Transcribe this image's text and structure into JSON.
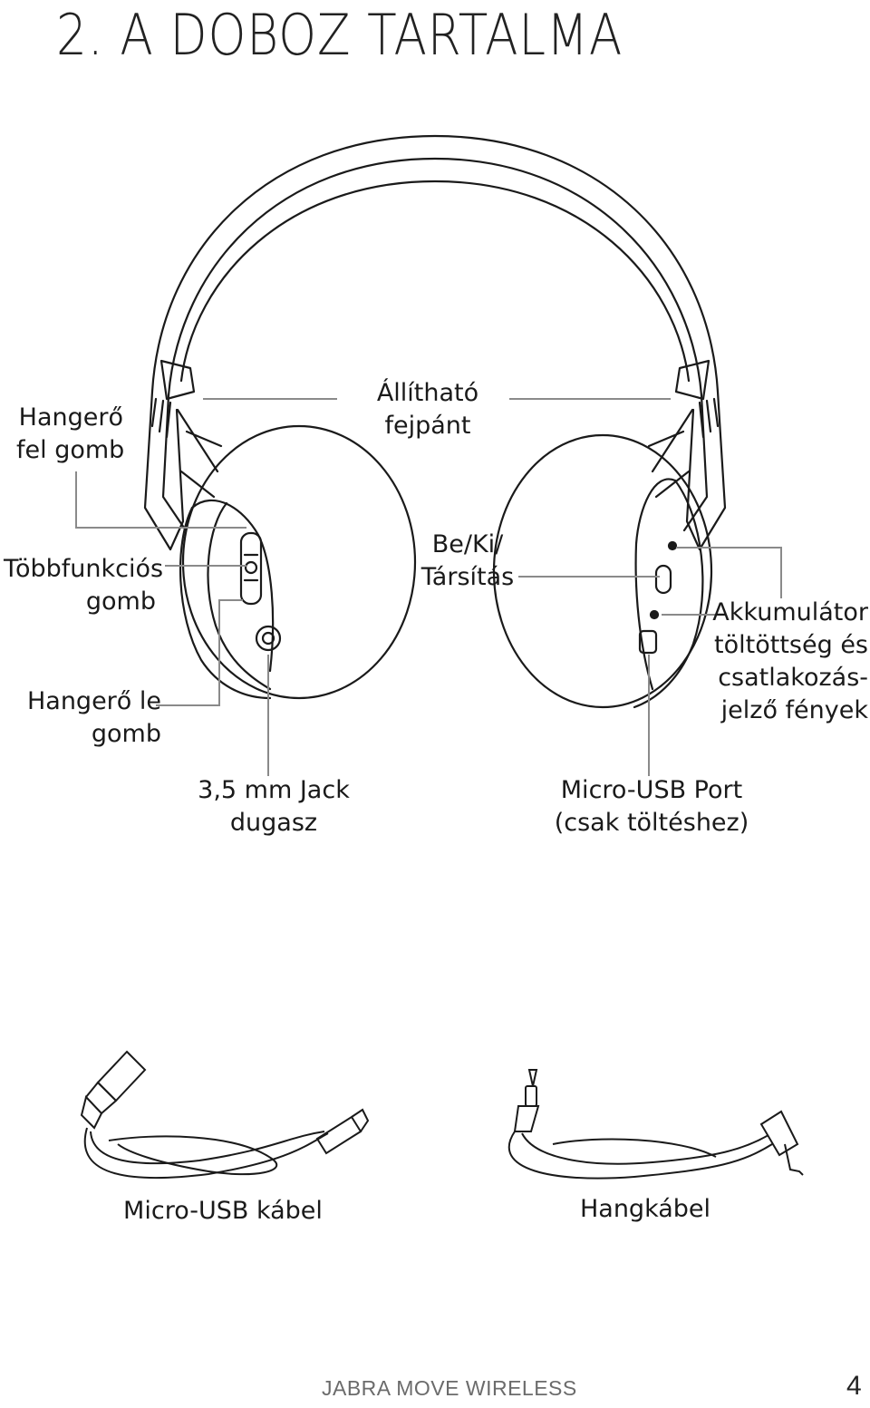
{
  "heading": "2.  A DOBOZ TARTALMA",
  "labels": {
    "volume_up": [
      "Hangerő",
      "fel gomb"
    ],
    "adjustable_headband": [
      "Állítható",
      "fejpánt"
    ],
    "multifunction": [
      "Többfunkciós",
      "gomb"
    ],
    "power_pair": [
      "Be/Ki/",
      "Társítás"
    ],
    "battery_led": [
      "Akkumulátor",
      "töltöttség és",
      "csatlakozás-",
      "jelző fények"
    ],
    "volume_down": [
      "Hangerő le",
      "gomb"
    ],
    "jack": [
      "3,5 mm Jack",
      "dugasz"
    ],
    "micro_usb_port": [
      "Micro-USB Port",
      "(csak töltéshez)"
    ]
  },
  "accessories": {
    "usb_cable": "Micro-USB kábel",
    "audio_cable": "Hangkábel"
  },
  "footer": {
    "brand": "JABRA MOVE WIRELESS",
    "page": "4"
  },
  "colors": {
    "line": "#1a1a1a",
    "leader": "#8a8a8a"
  }
}
